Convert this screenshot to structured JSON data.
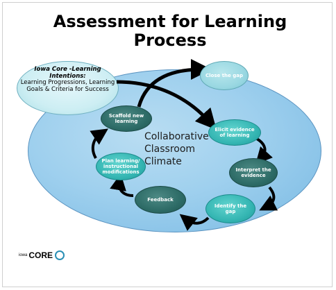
{
  "title": "Assessment for Learning Process",
  "intentions": {
    "heading": "Iowa Core -Learning Intentions:",
    "body": "Learning Progressions, Learning Goals & Criteria for Success"
  },
  "center_label": "Collaborative Classroom Climate",
  "steps": [
    {
      "id": "close",
      "label": "Close the gap"
    },
    {
      "id": "elicit",
      "label": "Elicit evidence of learning"
    },
    {
      "id": "interpret",
      "label": "Interpret the evidence"
    },
    {
      "id": "identify",
      "label": "Identify the gap"
    },
    {
      "id": "feedback",
      "label": "Feedback"
    },
    {
      "id": "plan",
      "label": "Plan learning/ instructional modifications"
    },
    {
      "id": "scaffold",
      "label": "Scaffold new learning"
    }
  ],
  "logo": {
    "prefix": "iowa",
    "word": "CORE"
  },
  "colors": {
    "ellipse": "#9fd0ee",
    "teal_node": "#35b6b3",
    "dark_node": "#2d6b66",
    "light_node": "#9ad8e2",
    "arrow": "#000000"
  }
}
